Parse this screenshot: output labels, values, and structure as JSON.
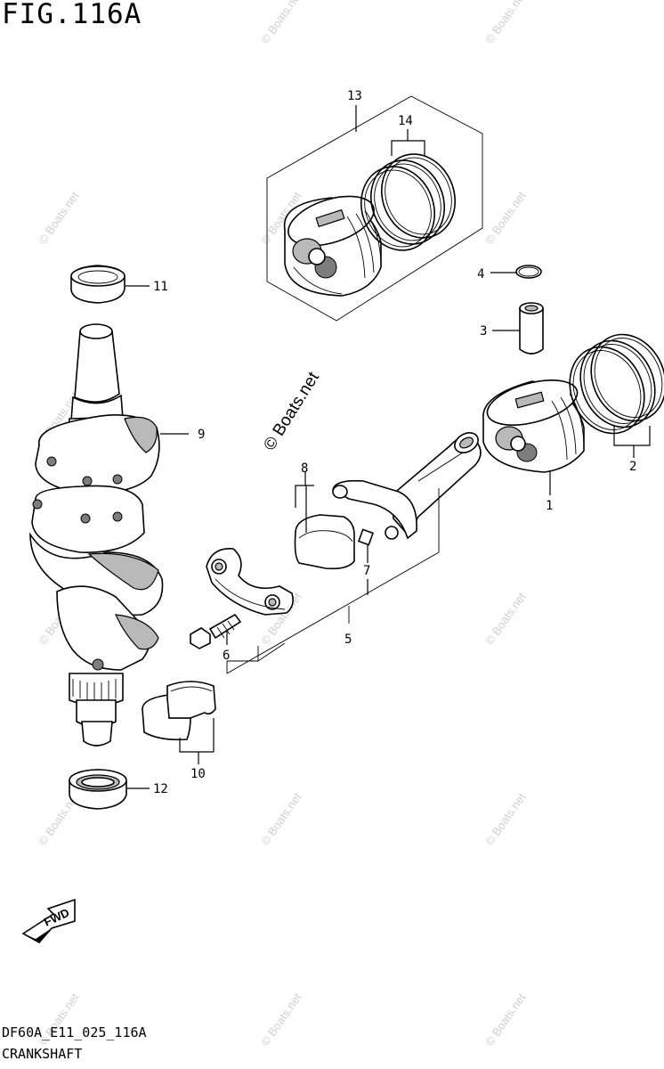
{
  "figure": {
    "title": "FIG.116A",
    "code": "DF60A_E11_025_116A",
    "name": "CRANKSHAFT"
  },
  "callouts": {
    "c1": "1",
    "c2": "2",
    "c3": "3",
    "c4": "4",
    "c5": "5",
    "c6": "6",
    "c7": "7",
    "c8": "8",
    "c9": "9",
    "c10": "10",
    "c11": "11",
    "c12": "12",
    "c13": "13",
    "c14": "14"
  },
  "watermark": {
    "main": "© Boats.net",
    "small": "© Boats.net"
  },
  "fwd_label": "FWD"
}
